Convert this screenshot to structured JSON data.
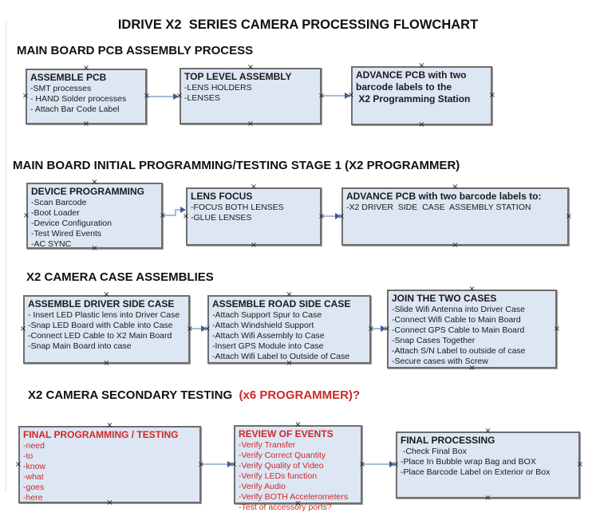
{
  "page_title": "IDRIVE X2  SERIES CAMERA PROCESSING FLOWCHART",
  "colors": {
    "box_fill": "#dde6f3",
    "box_border": "#6e6e6e",
    "connector_line": "#a7bbd4",
    "connector_arrowhead": "#3d5c9e",
    "red_text": "#cc2929",
    "black_text": "#1a1a1a"
  },
  "sections": {
    "s1": {
      "heading": "MAIN BOARD PCB ASSEMBLY PROCESS"
    },
    "s2": {
      "heading": "MAIN BOARD INITIAL PROGRAMMING/TESTING STAGE 1 (X2 PROGRAMMER)"
    },
    "s3": {
      "heading": "X2 CAMERA CASE ASSEMBLIES"
    },
    "s4": {
      "heading": "X2 CAMERA SECONDARY TESTING ",
      "heading_red": " (x6 PROGRAMMER)?"
    }
  },
  "boxes": {
    "assemble_pcb": {
      "title": "ASSEMBLE PCB",
      "items": [
        "-SMT processes",
        "- HAND Solder processes",
        "- Attach Bar Code Label"
      ]
    },
    "top_level_assembly": {
      "title": "TOP LEVEL ASSEMBLY",
      "items": [
        "-LENS HOLDERS",
        "-LENSES"
      ]
    },
    "advance_pcb_programming": {
      "items": [
        "ADVANCE PCB with two",
        "barcode labels to the",
        " X2 Programming Station"
      ]
    },
    "device_programming": {
      "title": "DEVICE PROGRAMMING",
      "items": [
        "-Scan Barcode",
        "-Boot Loader",
        "-Device Configuration",
        "-Test Wired Events",
        "-AC SYNC"
      ]
    },
    "lens_focus": {
      "title": "LENS FOCUS",
      "items": [
        "-FOCUS BOTH LENSES",
        "-GLUE LENSES"
      ]
    },
    "advance_pcb_case": {
      "title": "ADVANCE PCB with two barcode labels to:",
      "items": [
        "-X2 DRIVER  SIDE  CASE  ASSEMBLY STATION"
      ]
    },
    "assemble_driver_side": {
      "title": "ASSEMBLE DRIVER SIDE CASE",
      "items": [
        "- Insert LED Plastic lens into Driver Case",
        "-Snap LED Board with Cable into Case",
        "-Connect LED Cable to X2 Main Board",
        "-Snap Main Board into case"
      ]
    },
    "assemble_road_side": {
      "title": "ASSEMBLE ROAD SIDE CASE",
      "items": [
        "-Attach Support Spur to Case",
        "-Attach Windshield Support",
        "-Attach Wifi Assembly to Case",
        "-Insert GPS Module into Case",
        "-Attach Wifi Label to Outside of Case"
      ]
    },
    "join_two_cases": {
      "title": "JOIN THE TWO CASES",
      "items": [
        "-Slide Wifi Antenna into Driver Case",
        "-Connect Wifi Cable to Main Board",
        "-Connect GPS Cable to Main Board",
        "-Snap Cases Together",
        "-Attach S/N Label to outside of case",
        "-Secure cases with Screw"
      ]
    },
    "final_programming": {
      "title": "FINAL PROGRAMMING / TESTING",
      "items": [
        "-need",
        "-to",
        "-know",
        "-what",
        "-goes",
        "-here"
      ]
    },
    "review_of_events": {
      "title": "REVIEW OF EVENTS",
      "items": [
        "-Verify Transfer",
        "-Verify Correct Quantity",
        "-Verify Quality of Video",
        "-Verify LEDs function",
        "-Verify Audio",
        "-Verify BOTH Accelerometers",
        "-Test of accessory ports?"
      ]
    },
    "final_processing": {
      "title": "FINAL PROCESSING",
      "items": [
        " -Check Final Box",
        "-Place In Bubble wrap Bag and BOX",
        "-Place Barcode Label on Exterior or Box"
      ]
    }
  }
}
